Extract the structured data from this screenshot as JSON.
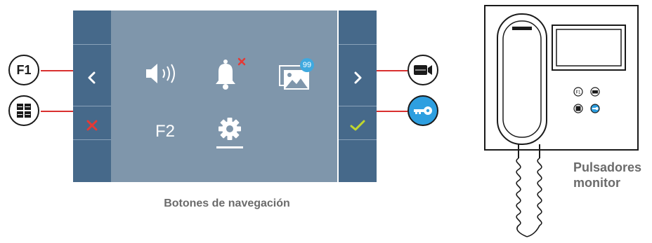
{
  "screen": {
    "nav_left": {
      "icon": "chevron-left-icon"
    },
    "nav_right": {
      "icon": "chevron-right-icon"
    },
    "cancel": {
      "icon": "close-icon",
      "color": "#e53935"
    },
    "confirm": {
      "icon": "check-icon",
      "color": "#c0d72e"
    },
    "menu": {
      "volume_icon": "speaker-volume-icon",
      "dnd_icon": "bell-muted-icon",
      "gallery_icon": "image-gallery-icon",
      "gallery_badge": "99",
      "f2_label": "F2",
      "settings_icon": "gear-icon"
    }
  },
  "callouts": {
    "f1_label": "F1",
    "menu_button_icon": "grid-menu-icon",
    "camera_button_icon": "video-camera-icon",
    "door_button_icon": "key-icon"
  },
  "captions": {
    "navigation": "Botones de navegación",
    "monitor_buttons_line1": "Pulsadores",
    "monitor_buttons_line2": "monitor"
  },
  "colors": {
    "screen_bg": "#7f96ab",
    "side_bg": "#46698a",
    "accent_blue": "#2e9fe0",
    "connector_red": "#d9302f"
  }
}
